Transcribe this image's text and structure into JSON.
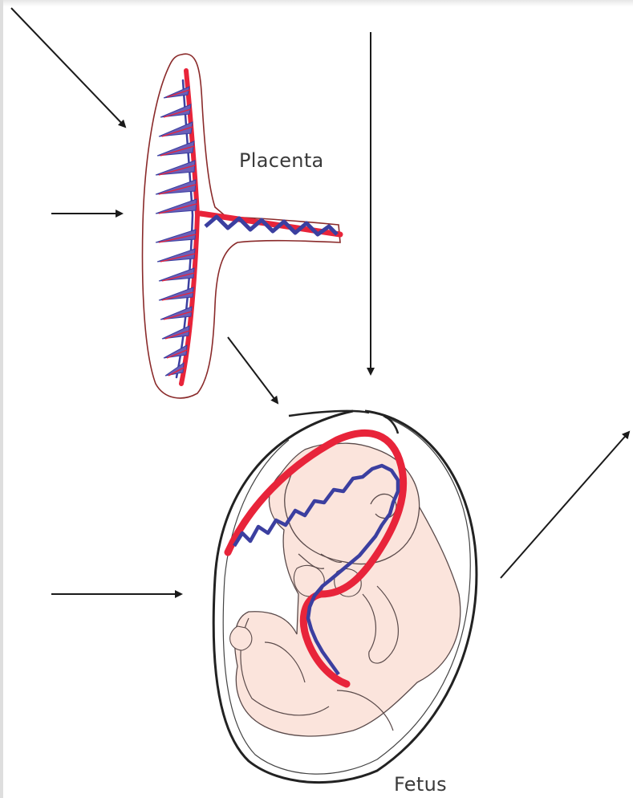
{
  "labels": {
    "placenta": "Placenta",
    "fetus": "Fetus"
  },
  "colors": {
    "arrow": "#1a1a1a",
    "outline": "#8a2a2a",
    "artery": "#e8243a",
    "vein": "#3b3fa0",
    "skin": "#fbe4dc",
    "skin_outline": "#5a4a4a",
    "sac": "#222222"
  },
  "arrows": [
    {
      "id": "arrow-diagonal-top-left",
      "direction": "down-right",
      "target": "placenta"
    },
    {
      "id": "arrow-left-placenta",
      "direction": "right",
      "target": "placenta"
    },
    {
      "id": "arrow-vertical-center",
      "direction": "down",
      "target": "fetus"
    },
    {
      "id": "arrow-placenta-to-fetus",
      "direction": "down-right",
      "target": "fetus"
    },
    {
      "id": "arrow-left-fetus",
      "direction": "right",
      "target": "fetus"
    },
    {
      "id": "arrow-out-right",
      "direction": "up-right",
      "target": "outside"
    }
  ]
}
